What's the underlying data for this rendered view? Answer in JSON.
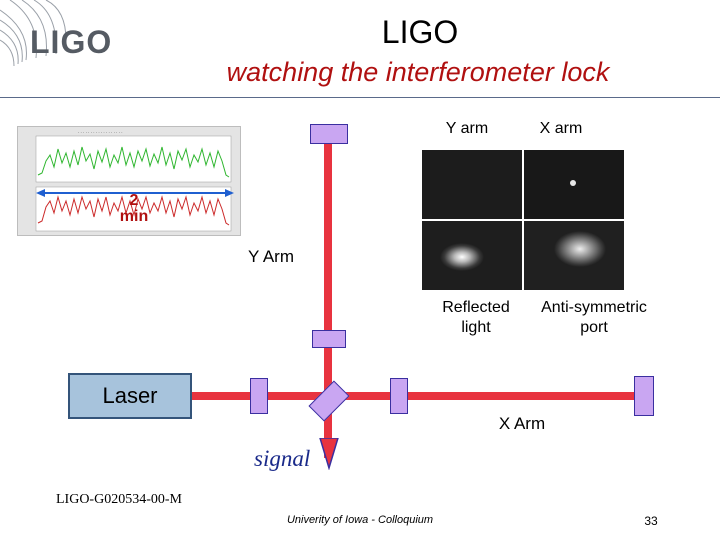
{
  "slide": {
    "logo_text": "LIGO",
    "title": "LIGO",
    "subtitle": "watching the interferometer lock",
    "colors": {
      "subtitle": "#b01010",
      "beam": "#e8333f",
      "mirror": "#c9a6f2",
      "laser_box": "#a7c3dc"
    }
  },
  "inset_plot": {
    "scale_label_line1": "2",
    "scale_label_line2": "min"
  },
  "camera_panel": {
    "y_arm_label": "Y arm",
    "x_arm_label": "X arm",
    "reflected_label_line1": "Reflected",
    "reflected_label_line2": "light",
    "antisym_label_line1": "Anti-symmetric",
    "antisym_label_line2": "port"
  },
  "diagram": {
    "y_arm_label": "Y Arm",
    "x_arm_label": "X Arm",
    "laser_label": "Laser",
    "signal_label": "signal"
  },
  "footer": {
    "doc_id": "LIGO-G020534-00-M",
    "venue": "Univerity of Iowa - Colloquium",
    "page_number": "33"
  }
}
